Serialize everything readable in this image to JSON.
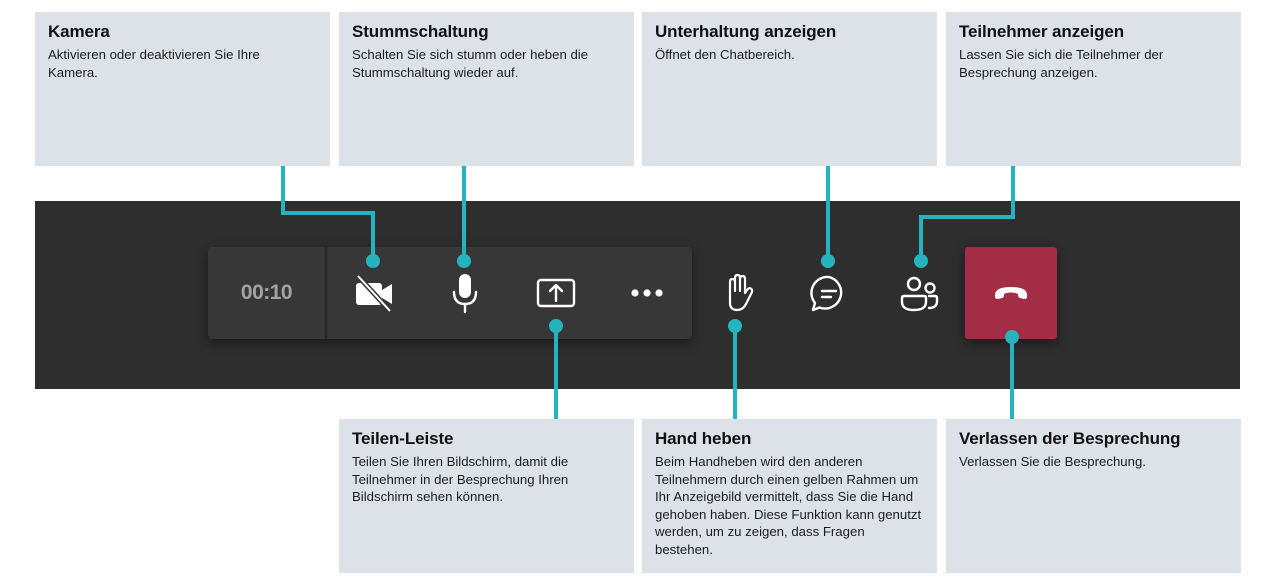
{
  "colors": {
    "callout_bg": "#dde2e8",
    "connector": "#25b4bd",
    "toolbar_bg": "#373737",
    "band_bg": "#2e2e2e",
    "hangup_bg": "#a22d44",
    "timer_text": "#a3a3a3"
  },
  "callouts": {
    "camera": {
      "title": "Kamera",
      "description": "Aktivieren oder deaktivieren Sie Ihre Kamera."
    },
    "mute": {
      "title": "Stummschaltung",
      "description": "Schalten Sie sich stumm oder heben die Stummschaltung wieder auf."
    },
    "chat": {
      "title": "Unterhaltung anzeigen",
      "description": "Öffnet den Chatbereich."
    },
    "participants": {
      "title": "Teilnehmer anzeigen",
      "description": "Lassen Sie sich die Teilnehmer der Besprechung anzeigen."
    },
    "share": {
      "title": "Teilen-Leiste",
      "description": "Teilen Sie Ihren Bildschirm, damit die Teilnehmer in der Besprechung Ihren Bildschirm sehen können."
    },
    "raise_hand": {
      "title": "Hand heben",
      "description": "Beim Handheben wird den anderen Teilnehmern durch einen gelben Rahmen um Ihr Anzeigebild vermittelt, dass Sie die Hand gehoben haben. Diese Funktion kann genutzt werden, um zu zeigen, dass Fragen bestehen."
    },
    "leave": {
      "title": "Verlassen der Besprechung",
      "description": "Verlassen Sie die Besprechung."
    }
  },
  "toolbar": {
    "timer": "00:10",
    "buttons": [
      {
        "id": "camera",
        "icon": "camera-off-icon"
      },
      {
        "id": "mute",
        "icon": "microphone-icon"
      },
      {
        "id": "share",
        "icon": "share-screen-icon"
      },
      {
        "id": "more",
        "icon": "more-options-icon"
      },
      {
        "id": "raise_hand",
        "icon": "hand-icon"
      },
      {
        "id": "chat",
        "icon": "chat-bubble-icon"
      },
      {
        "id": "participants",
        "icon": "people-icon"
      },
      {
        "id": "leave",
        "icon": "hang-up-icon"
      }
    ]
  }
}
